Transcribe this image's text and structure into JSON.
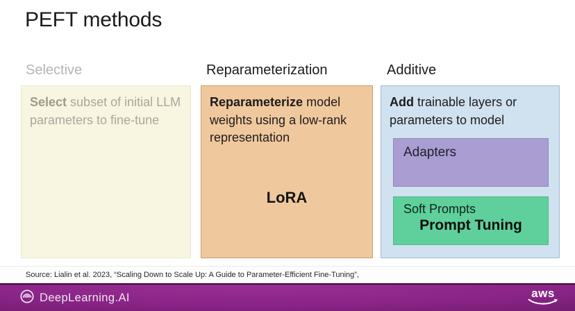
{
  "slide": {
    "title": "PEFT methods",
    "source": "Source: Lialin et al. 2023, “Scaling Down to Scale Up: A Guide to Parameter-Efficient Fine-Tuning”,"
  },
  "columns": {
    "selective": {
      "header": "Selective",
      "body_bold": "Select",
      "body_rest": " subset of initial LLM parameters to fine-tune"
    },
    "reparameterization": {
      "header": "Reparameterization",
      "body_bold": "Reparameterize",
      "body_rest": " model weights using a low-rank representation",
      "method_label": "LoRA"
    },
    "additive": {
      "header": "Additive",
      "body_bold": "Add",
      "body_rest": " trainable layers or parameters to model",
      "adapters_label": "Adapters",
      "soft_prompts_label": "Soft Prompts",
      "prompt_tuning_label": "Prompt Tuning"
    }
  },
  "footer": {
    "brand": "DeepLearning.AI",
    "aws_label": "aws"
  },
  "colors": {
    "selective_box_bg": "#f8f6e1",
    "reparameterization_box_bg": "#f0c89d",
    "additive_box_bg": "#d0e1f0",
    "adapters_box_bg": "#a99dd1",
    "soft_prompts_box_bg": "#5fd09b",
    "footer_bar_purple": "#8a2487",
    "muted_gray_text": "#a8a89b"
  }
}
